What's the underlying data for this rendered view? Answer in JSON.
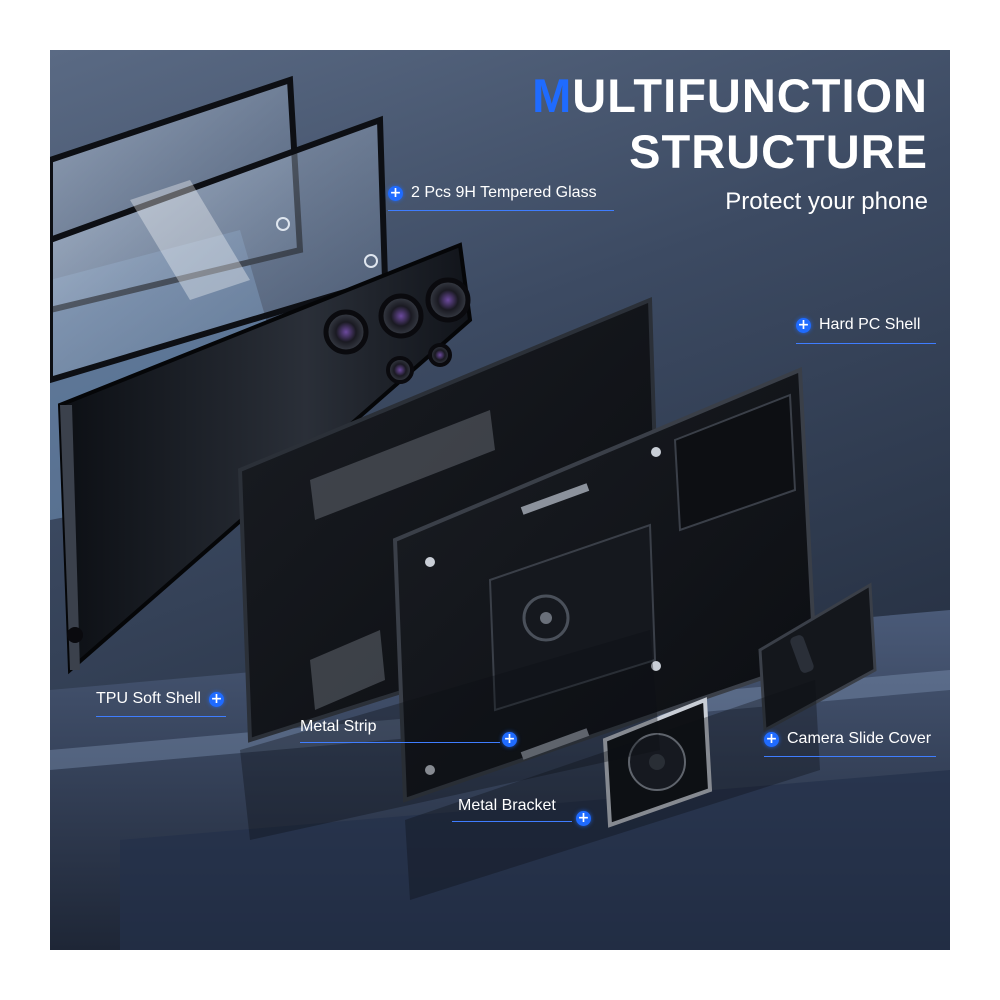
{
  "hero": {
    "title_accent": "M",
    "title_line1_rest": "ULTIFUNCTION",
    "title_line2": "STRUCTURE",
    "subtitle": "Protect your phone"
  },
  "callouts": {
    "tempered_glass": "2 Pcs 9H Tempered Glass",
    "hard_pc_shell": "Hard PC Shell",
    "tpu_soft_shell": "TPU Soft Shell",
    "metal_strip": "Metal Strip",
    "camera_slide_cover": "Camera Slide Cover",
    "metal_bracket": "Metal Bracket"
  },
  "icons": {
    "callout_marker": "plus-icon"
  },
  "colors": {
    "accent": "#1f6bff",
    "background": "#2f3b52",
    "text": "#ffffff"
  }
}
